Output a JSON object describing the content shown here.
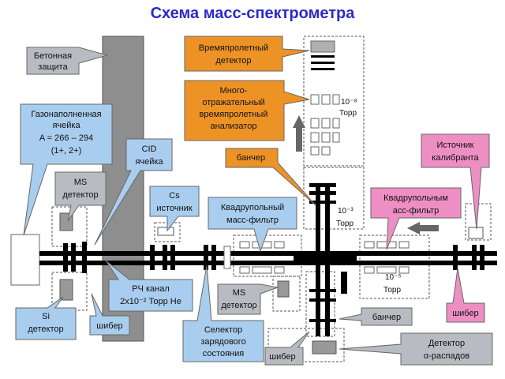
{
  "title": "Схема масс-спектрометра",
  "colors": {
    "title": "#2a2acb",
    "gray_callout": "#b8bcc2",
    "blue_callout": "#a9cdee",
    "orange_callout": "#ed9326",
    "pink_callout": "#ee8fc4",
    "concrete": "#8e8e8e",
    "beam": "#000000"
  },
  "callouts": {
    "concrete": [
      "Бетонная",
      "защита"
    ],
    "gas_cell": [
      "Газонаполненная",
      "ячейка",
      "A = 266 – 294",
      "(1+, 2+)"
    ],
    "ms_detector_left": [
      "MS",
      "детектор"
    ],
    "si_detector": [
      "Si",
      "детектор"
    ],
    "shiber_left": [
      "шибер"
    ],
    "cid_cell": [
      "CID",
      "ячейка"
    ],
    "cs_source": [
      "Cs",
      "источник"
    ],
    "rf_channel": [
      "РЧ канал",
      "2x10⁻² Торр He"
    ],
    "quad_filter_left": [
      "Квадрупольный",
      "масс-фильтр"
    ],
    "ms_detector_mid": [
      "MS",
      "детектор"
    ],
    "charge_selector": [
      "Селектор",
      "зарядового",
      "состояния"
    ],
    "shiber_bottom": [
      "шибер"
    ],
    "tof_detector": [
      "Времяпролетный",
      "детектор"
    ],
    "mr_tof": [
      "Много-",
      "отражательный",
      "времяпролетный",
      "анализатор"
    ],
    "buncher_top": [
      "банчер"
    ],
    "buncher_bottom": [
      "банчер"
    ],
    "alpha_detector": [
      "Детектор",
      "α-распадов"
    ],
    "calibrant_source": [
      "Источник",
      "калибранта"
    ],
    "quad_filter_right": [
      "Квадрупольным",
      "асс-фильтр"
    ],
    "shiber_right": [
      "шибер"
    ]
  },
  "pressures": {
    "tof": [
      "10⁻⁸",
      "Торр"
    ],
    "center": [
      "10⁻³",
      "Торр"
    ],
    "right": [
      "10⁻⁵",
      "Торр"
    ]
  }
}
